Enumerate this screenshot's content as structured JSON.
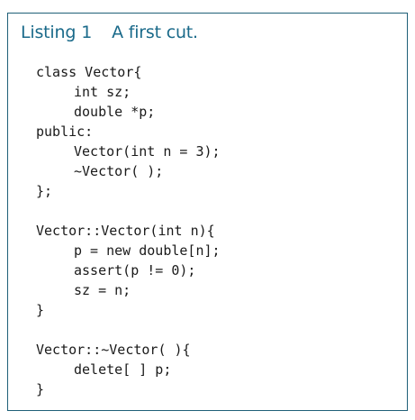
{
  "listing": {
    "label": "Listing",
    "number": "1",
    "title": "A first cut."
  },
  "code_lines": [
    {
      "text": "class Vector{",
      "indent": 0
    },
    {
      "text": "int sz;",
      "indent": 1
    },
    {
      "text": "double *p;",
      "indent": 1
    },
    {
      "text": "public:",
      "indent": 0
    },
    {
      "text": "Vector(int n = 3);",
      "indent": 1
    },
    {
      "text": "~Vector( );",
      "indent": 1
    },
    {
      "text": "};",
      "indent": 0
    },
    {
      "text": "",
      "indent": 0
    },
    {
      "text": "Vector::Vector(int n){",
      "indent": 0
    },
    {
      "text": "p = new double[n];",
      "indent": 1
    },
    {
      "text": "assert(p != 0);",
      "indent": 1
    },
    {
      "text": "sz = n;",
      "indent": 1
    },
    {
      "text": "}",
      "indent": 0
    },
    {
      "text": "",
      "indent": 0
    },
    {
      "text": "Vector::~Vector( ){",
      "indent": 0
    },
    {
      "text": "delete[ ] p;",
      "indent": 1
    },
    {
      "text": "}",
      "indent": 0
    }
  ],
  "colors": {
    "border": "#1f5f78",
    "caption": "#1a6a8a",
    "code": "#1a1a1a"
  }
}
